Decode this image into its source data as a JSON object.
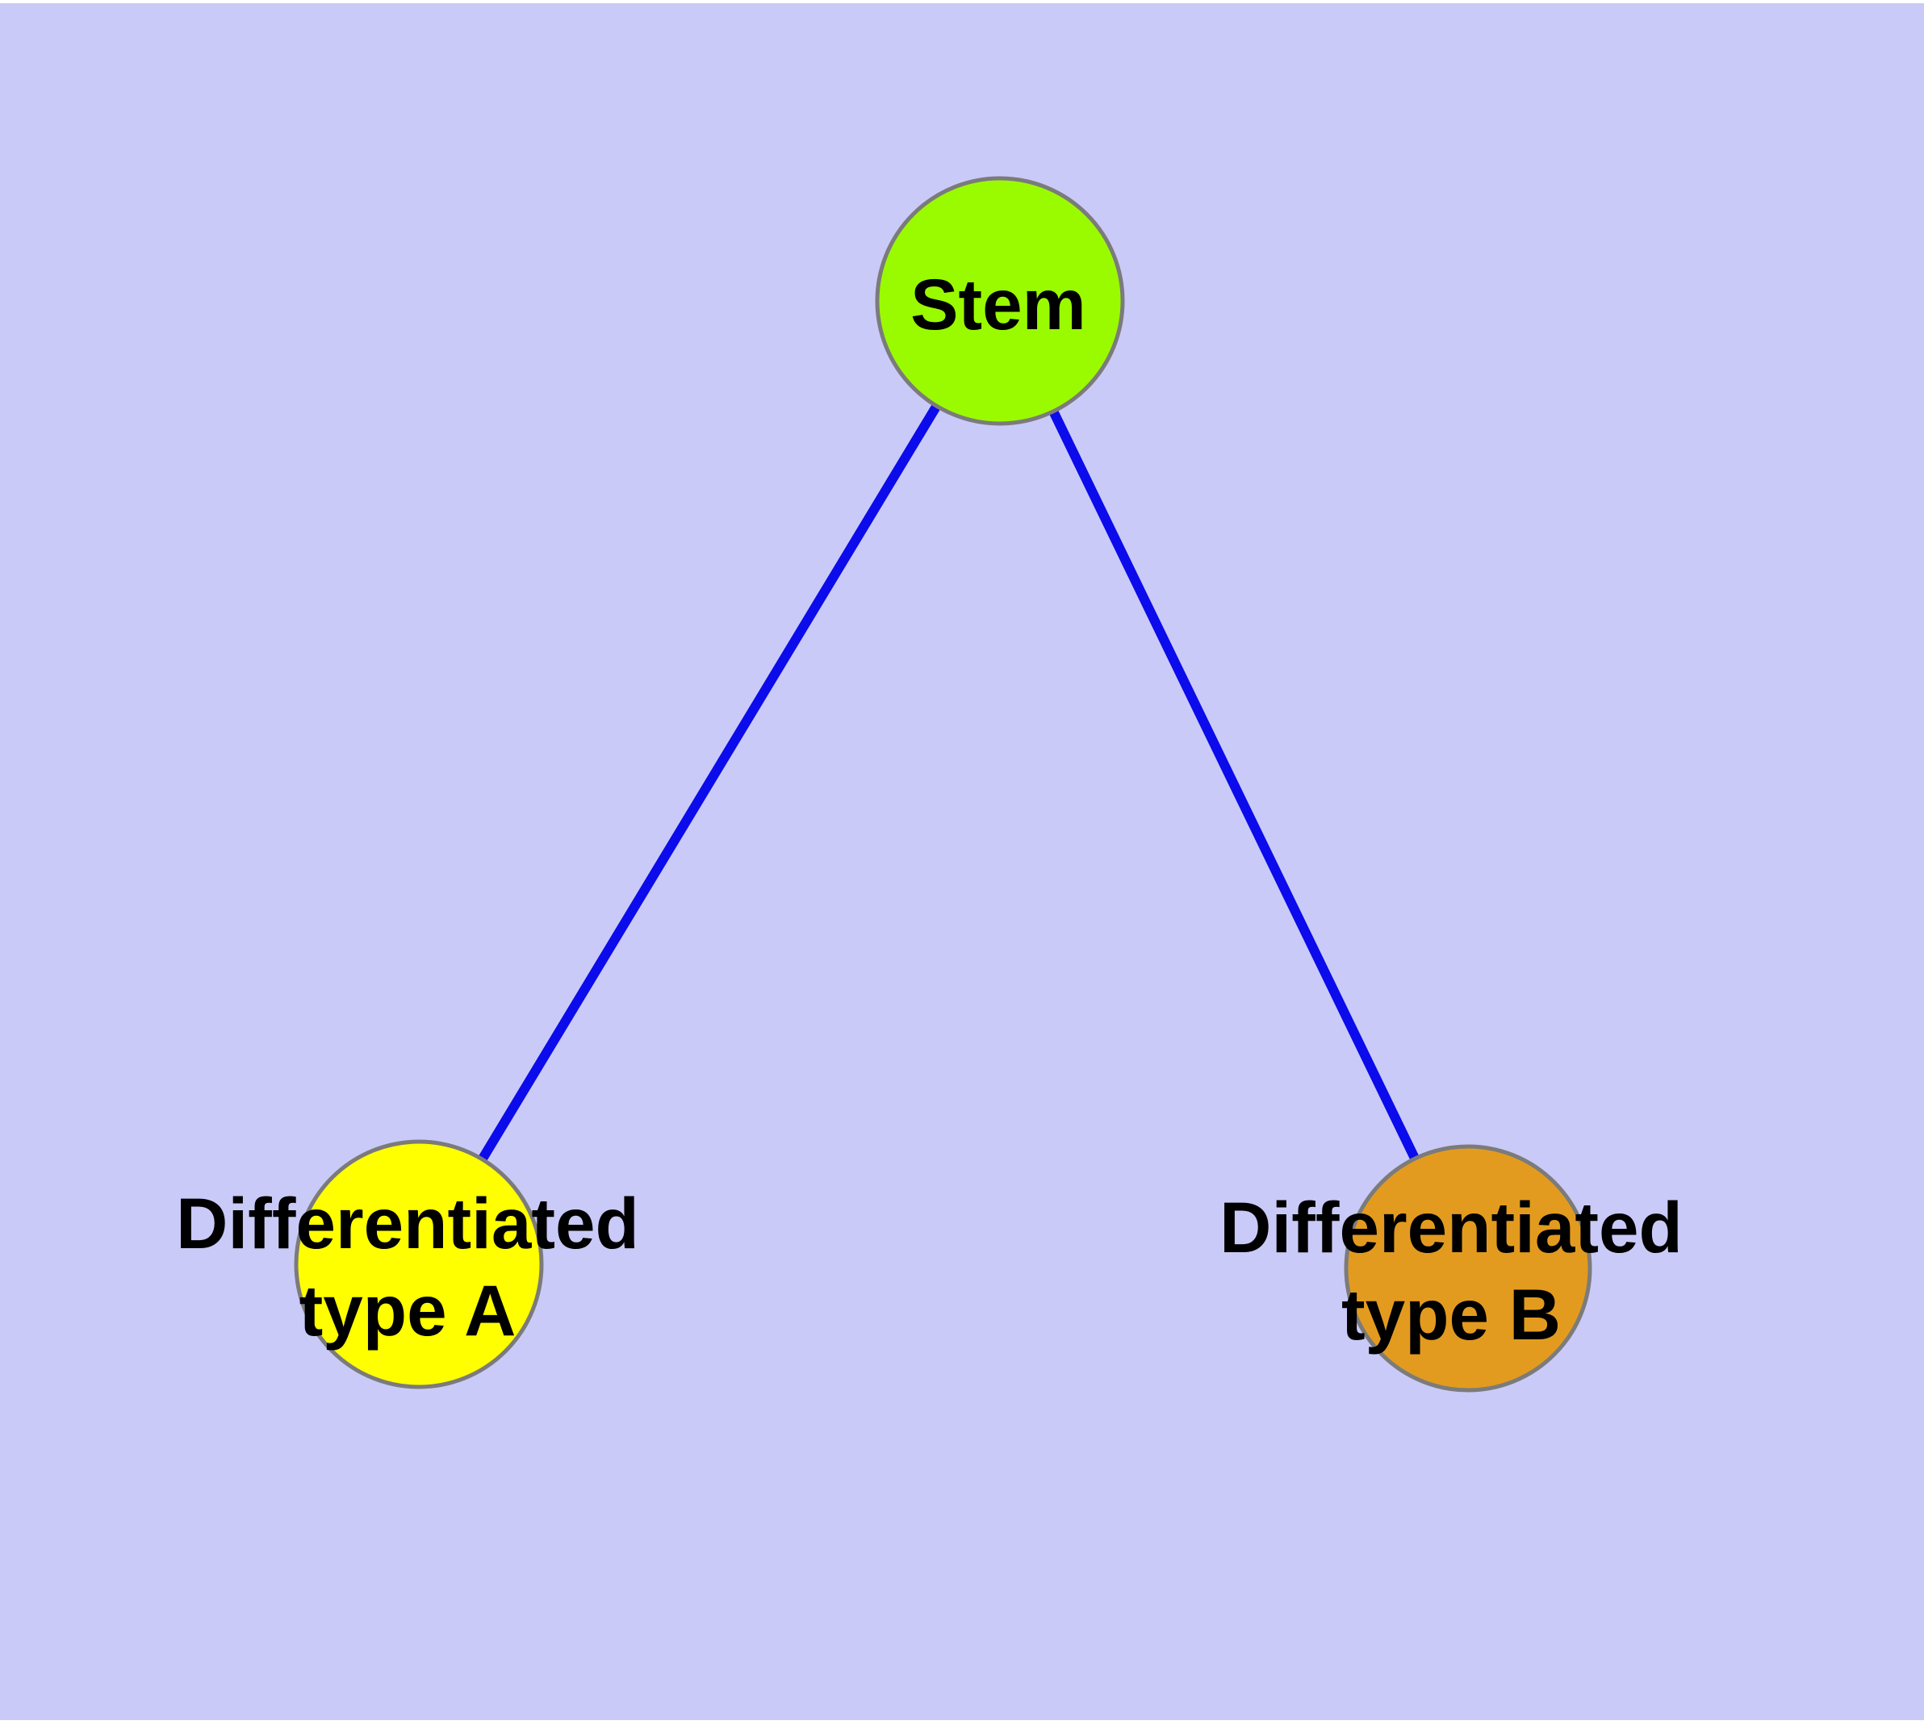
{
  "canvas": {
    "background": "#FFFFFF",
    "plot_background": "#CACAF8"
  },
  "diagram": {
    "type": "node-link-graph",
    "label_color": "#000000",
    "nodes": [
      {
        "id": "stem",
        "label": "Stem",
        "label_lines": [
          "Stem"
        ],
        "fill": "#9AFB00",
        "border": "#7B7B7B"
      },
      {
        "id": "differentiated-type-a",
        "label": "Differentiated type A",
        "label_lines": [
          "Differentiated",
          "type A"
        ],
        "fill": "#FFFF00",
        "border": "#7B7B7B"
      },
      {
        "id": "differentiated-type-b",
        "label": "Differentiated type B",
        "label_lines": [
          "Differentiated",
          "type B"
        ],
        "fill": "#E39B1F",
        "border": "#7B7B7B"
      }
    ],
    "edges": [
      {
        "from": "stem",
        "to": "differentiated-type-a",
        "color": "#0B0BEB",
        "width": 12
      },
      {
        "from": "stem",
        "to": "differentiated-type-b",
        "color": "#0B0BEB",
        "width": 12
      }
    ]
  }
}
